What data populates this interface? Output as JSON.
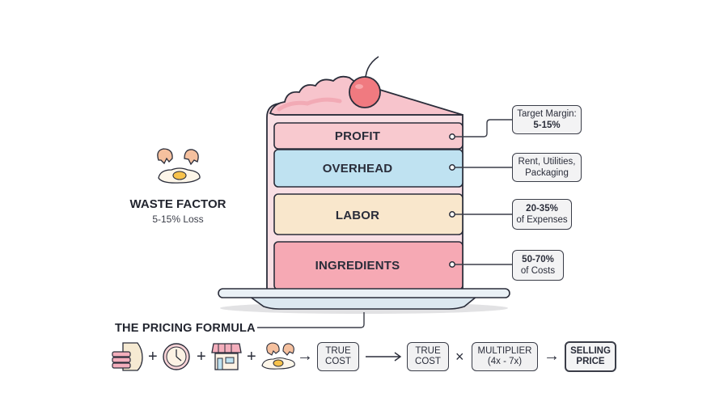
{
  "cake": {
    "layers": [
      {
        "id": "profit",
        "label": "PROFIT",
        "color": "#f8c9cf"
      },
      {
        "id": "overhead",
        "label": "OVERHEAD",
        "color": "#bfe2f1"
      },
      {
        "id": "labor",
        "label": "LABOR",
        "color": "#f9e7cc"
      },
      {
        "id": "ingredients",
        "label": "INGREDIENTS",
        "color": "#f6a9b4"
      }
    ],
    "topping": "cherry-icon"
  },
  "callouts": [
    {
      "layer": "profit",
      "line1": "Target Margin:",
      "line2": "5-15%",
      "bold_line": 2
    },
    {
      "layer": "overhead",
      "line1": "Rent, Utilities,",
      "line2": "Packaging",
      "bold_line": 0
    },
    {
      "layer": "labor",
      "line1": "20-35%",
      "line2": "of Expenses",
      "bold_line": 1
    },
    {
      "layer": "ingredients",
      "line1": "50-70%",
      "line2": "of Costs",
      "bold_line": 1
    }
  ],
  "waste": {
    "icon": "cracked-egg-icon",
    "title": "WASTE FACTOR",
    "subtitle": "5-15% Loss"
  },
  "formula": {
    "title": "THE PRICING FORMULA",
    "icons": [
      "ingredients-bag-icon",
      "clock-icon",
      "storefront-icon",
      "cracked-egg-icon"
    ],
    "plus": "+",
    "arrow": "→",
    "times": "×",
    "true_cost_1": {
      "line1": "TRUE",
      "line2": "COST"
    },
    "true_cost_2": {
      "line1": "TRUE",
      "line2": "COST"
    },
    "multiplier": {
      "line1": "MULTIPLIER",
      "line2": "(4x - 7x)"
    },
    "selling_price": {
      "line1": "SELLING",
      "line2": "PRICE"
    }
  }
}
